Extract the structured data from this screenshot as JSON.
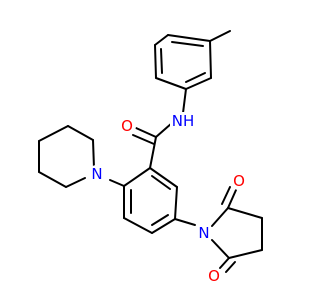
{
  "molecule": {
    "colors": {
      "bond": "#000000",
      "oxygen": "#ff0000",
      "nitrogen": "#0000ff",
      "background": "#ffffff"
    },
    "atoms": {
      "amide_oxygen": "O",
      "amide_nitrogen": "NH",
      "piperidine_nitrogen": "N",
      "imide_nitrogen": "N",
      "imide_oxygen_top": "O",
      "imide_oxygen_bottom": "O"
    }
  }
}
